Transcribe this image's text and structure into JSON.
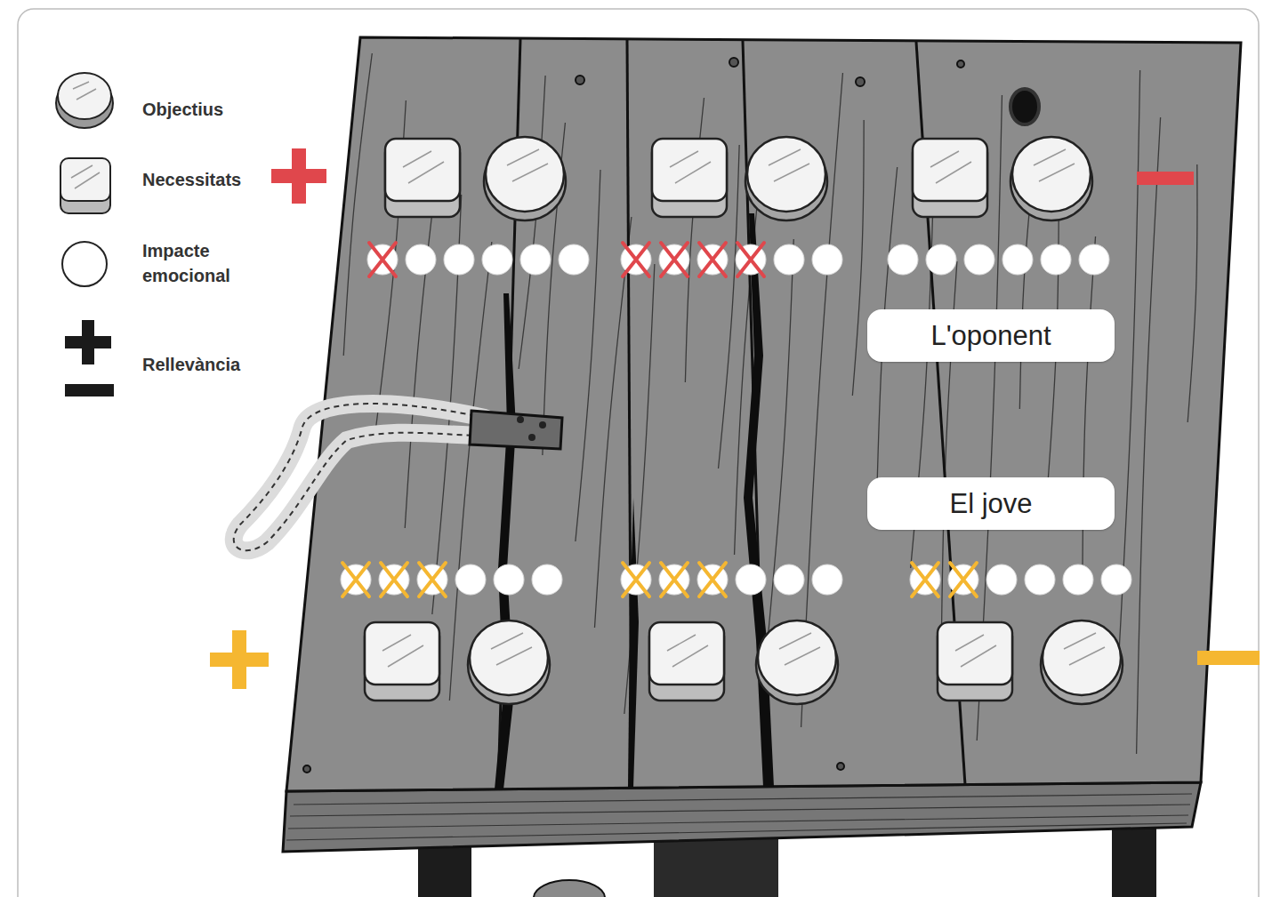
{
  "diagram": {
    "nodes": [
      {
        "text": [
          "L'oponent"
        ]
      },
      {
        "text": [
          "El jove"
        ]
      }
    ],
    "legend": [
      {
        "text": "Objectius"
      },
      {
        "text": "Necessitats"
      },
      {
        "text": "Impacte emocional"
      },
      {
        "text": "Rellevància"
      }
    ]
  }
}
